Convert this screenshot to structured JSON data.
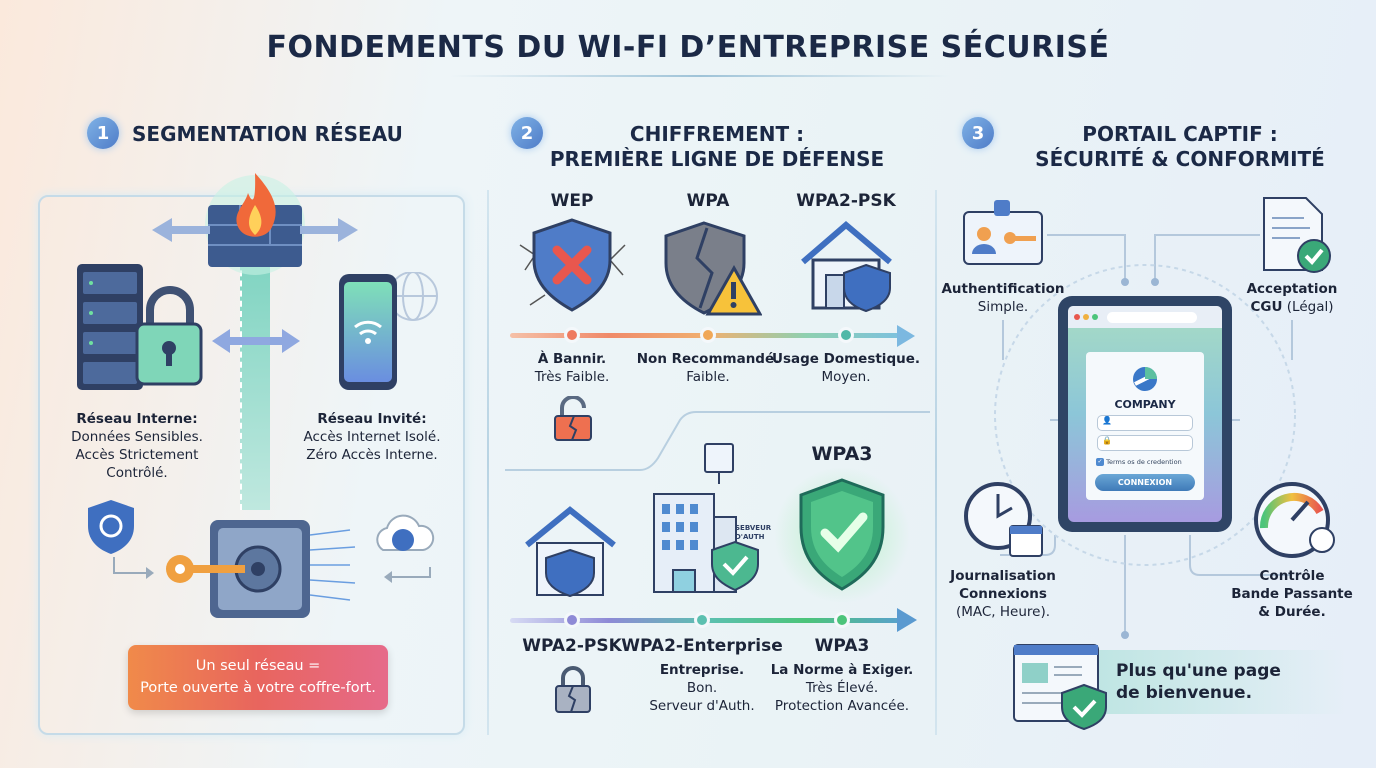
{
  "title": "FONDEMENTS DU WI-FI D’ENTREPRISE SÉCURISÉ",
  "colors": {
    "navy": "#1b2946",
    "accent_blue": "#4f7cc8",
    "success_green": "#3bb273",
    "danger_red": "#e8655e",
    "warning_orange": "#f0a050"
  },
  "section1": {
    "number": "1",
    "heading": "SEGMENTATION RÉSEAU",
    "internal": {
      "title": "Réseau Interne:",
      "lines": [
        "Données Sensibles.",
        "Accès Strictement",
        "Contrôlé."
      ]
    },
    "guest": {
      "title": "Réseau Invité:",
      "lines": [
        "Accès Internet Isolé.",
        "Zéro Accès Interne."
      ]
    },
    "callout": [
      "Un seul réseau =",
      "Porte ouverte à votre coffre-fort."
    ],
    "icons": [
      "firewall-icon",
      "server-icon",
      "padlock-icon",
      "smartphone-wifi-icon",
      "globe-icon",
      "shield-icon",
      "safe-icon",
      "key-icon",
      "cloud-globe-icon"
    ]
  },
  "section2": {
    "number": "2",
    "heading": [
      "CHIFFREMENT :",
      "PREMIÈRE LIGNE DE DÉFENSE"
    ],
    "top": [
      {
        "name": "WEP",
        "status": "À Bannir.",
        "level": "Très Faible.",
        "icon": "broken-shield-x-icon",
        "color": "#e8655e"
      },
      {
        "name": "WPA",
        "status": "Non Recommandé.",
        "level": "Faible.",
        "icon": "cracked-shield-warning-icon",
        "color": "#f0a050"
      },
      {
        "name": "WPA2-PSK",
        "status": "Usage Domestique.",
        "level": "Moyen.",
        "icon": "house-shield-icon",
        "color": "#4fb8a8"
      }
    ],
    "bottom_label": "WPA3",
    "server_label": [
      "SEBVEUR",
      "D'AUTH"
    ],
    "bottom": [
      {
        "name": "WPA2-PSK",
        "lines": [],
        "icon": "house-shield-icon",
        "color": "#8e8ad6"
      },
      {
        "name": "WPA2-Enterprise",
        "status": "Entreprise.",
        "lines": [
          "Bon.",
          "Serveur d'Auth."
        ],
        "icon": "building-shield-icon",
        "color": "#5cc0b0"
      },
      {
        "name": "WPA3",
        "status": "La Norme à Exiger.",
        "lines": [
          "Très Élevé.",
          "Protection Avancée."
        ],
        "icon": "glowing-shield-check-icon",
        "color": "#4cc47a"
      }
    ]
  },
  "section3": {
    "number": "3",
    "heading": [
      "PORTAIL CAPTIF :",
      "SÉCURITÉ & CONFORMITÉ"
    ],
    "auth": {
      "title": "Authentification",
      "sub": "Simple."
    },
    "cgu": {
      "title": "Acceptation",
      "sub_bold": "CGU",
      "sub": "(Légal)"
    },
    "logs": {
      "lines": [
        "Journalisation",
        "Connexions"
      ],
      "sub": "(MAC, Heure)."
    },
    "bandwidth": {
      "lines": [
        "Contrôle",
        "Bande Passante",
        "& Durée."
      ]
    },
    "portal": {
      "company": "COMPANY",
      "username_placeholder": "",
      "password_placeholder": "",
      "terms": "Terms os de credention",
      "terms_checked": true,
      "button": "CONNEXION"
    },
    "banner": [
      "Plus qu'une page",
      "de bienvenue."
    ]
  }
}
